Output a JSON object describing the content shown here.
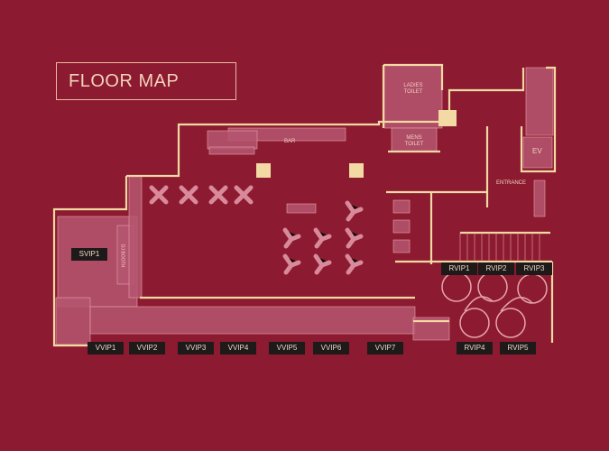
{
  "title": "FLOOR MAP",
  "rooms": {
    "bar": "BAR",
    "ladies_toilet": "LADIES TOILET",
    "mens_toilet": "MENS TOILET",
    "ev": "EV",
    "entrance": "ENTRANCE",
    "dj_booth": "DJ BOOTH"
  },
  "vip_tags": [
    "SVIP1",
    "VVIP1",
    "VVIP2",
    "VVIP3",
    "VVIP4",
    "VVIP5",
    "VVIP6",
    "VVIP7",
    "RVIP1",
    "RVIP2",
    "RVIP3",
    "RVIP4",
    "RVIP5"
  ],
  "colors": {
    "background": "#8c1a30",
    "wall": "#f3d9a4",
    "furniture": "#b55670"
  }
}
